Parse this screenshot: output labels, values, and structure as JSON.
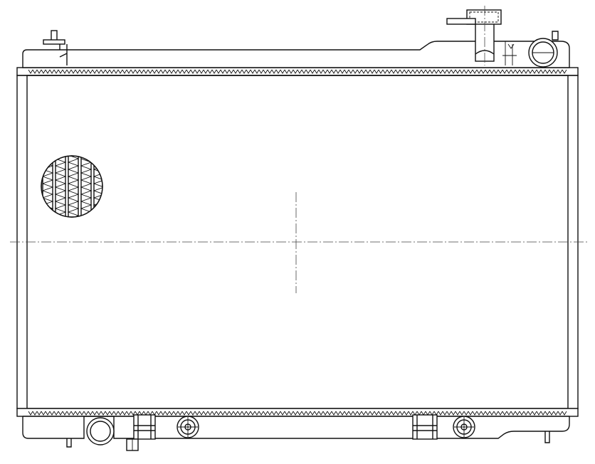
{
  "drawing": {
    "subject": "radiator",
    "line_color": "#111111",
    "background_color": "#ffffff",
    "parts": [
      "top-tank",
      "core",
      "bottom-tank",
      "filler-neck",
      "drain-plug",
      "inlet-pipe",
      "outlet-pipe",
      "mounting-bracket",
      "fin-detail-callout"
    ]
  }
}
